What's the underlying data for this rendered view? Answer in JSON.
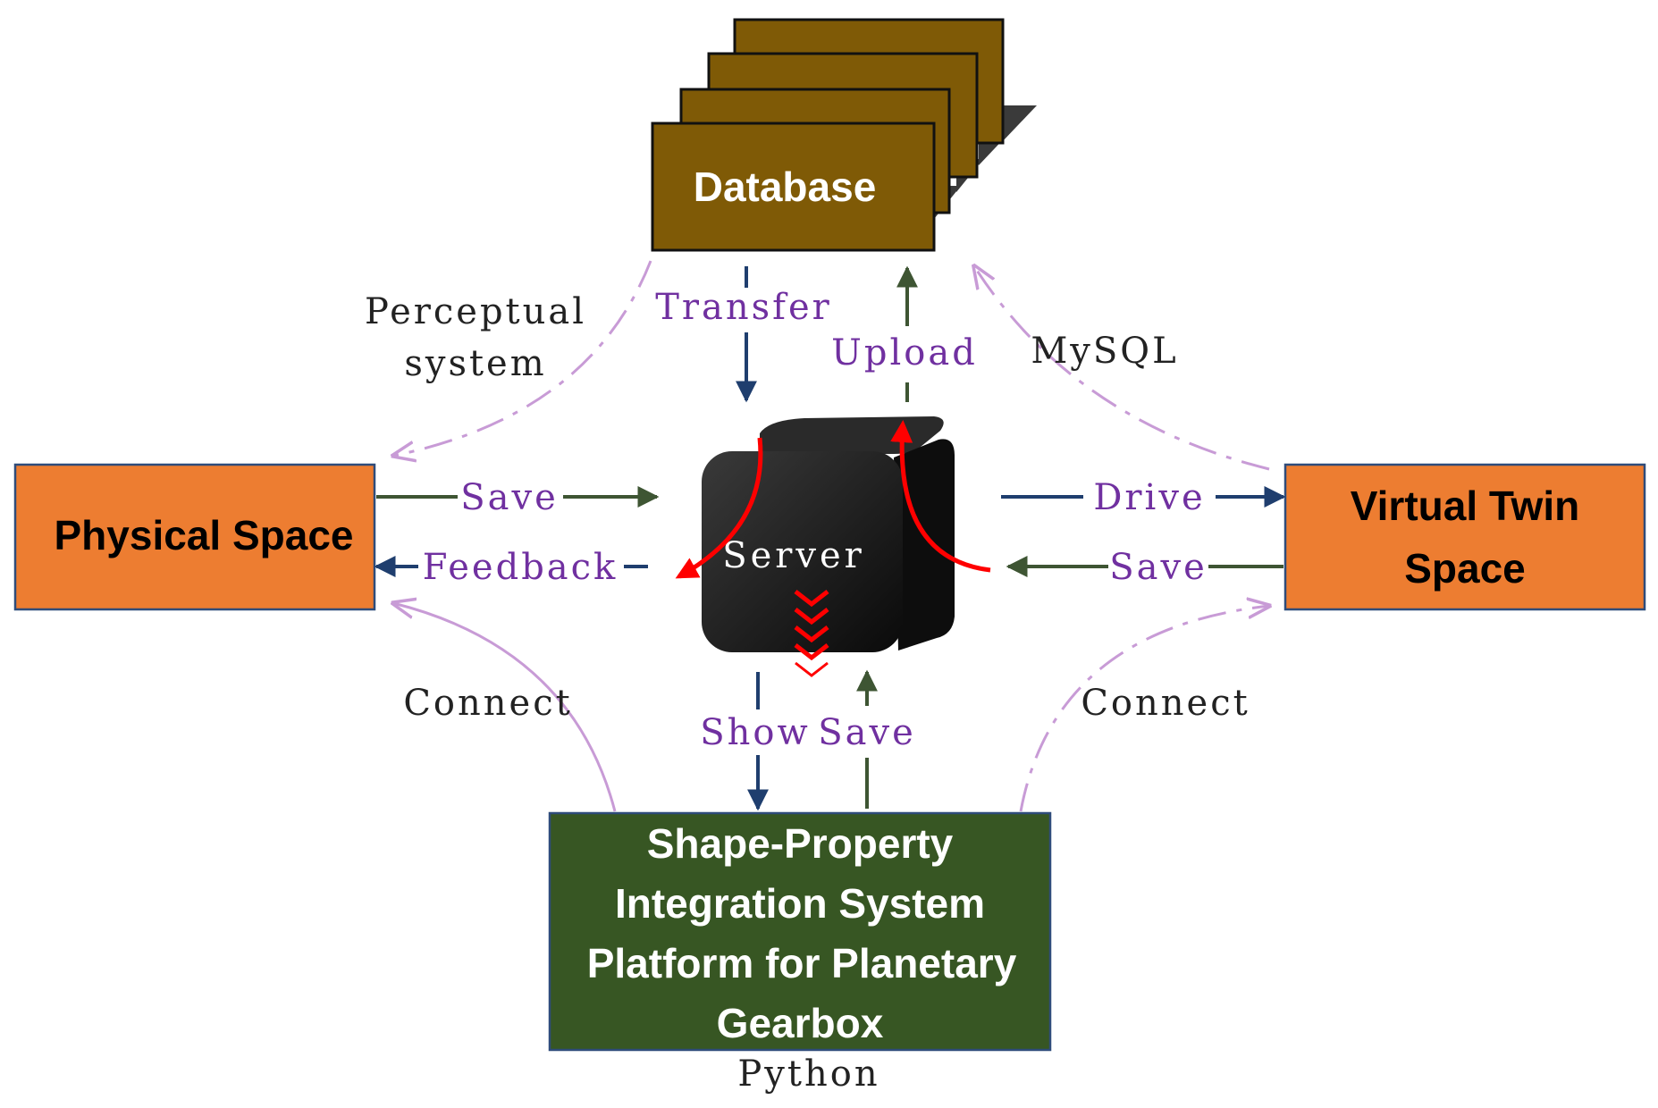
{
  "nodes": {
    "database": "Database",
    "physical_space": "Physical Space",
    "virtual_twin_line1": "Virtual Twin",
    "virtual_twin_line2": "Space",
    "server": "Server",
    "platform_line1": "Shape-Property",
    "platform_line2": "Integration System",
    "platform_line3": "Platform for Planetary",
    "platform_line4": "Gearbox"
  },
  "edges": {
    "transfer": "Transfer",
    "upload": "Upload",
    "save_left": "Save",
    "feedback": "Feedback",
    "drive": "Drive",
    "save_right": "Save",
    "show": "Show",
    "save_bottom": "Save"
  },
  "annotations": {
    "perceptual_line1": "Perceptual",
    "perceptual_line2": "system",
    "mysql": "MySQL",
    "connect_left": "Connect",
    "connect_right": "Connect",
    "python": "Python"
  },
  "colors": {
    "database_fill": "#7f5a06",
    "space_fill": "#ed7d31",
    "platform_fill": "#375623",
    "server_fill": "#1e1e1e",
    "arrow_blue": "#1f3e6e",
    "arrow_green": "#3e5533",
    "curve_pink": "#c89bd6",
    "flow_red": "#ff0000",
    "label_purple": "#7030a0"
  }
}
